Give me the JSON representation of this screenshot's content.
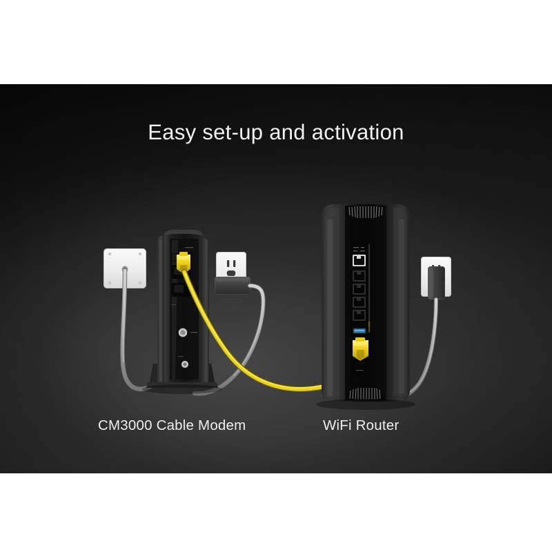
{
  "panel": {
    "background_top_color": "#0c0c0c",
    "background_mid_color": "#232323",
    "background_bottom_color": "#262626",
    "outer_color": "#ffffff"
  },
  "headline": {
    "text": "Easy set-up and activation",
    "color": "#f2f2f2"
  },
  "devices": [
    {
      "id": "cable-modem",
      "label": "CM3000 Cable Modem",
      "body_color": "#1b1b1b",
      "ports": [
        {
          "name": "ethernet-port",
          "color": "#f5d400",
          "state": "connected"
        },
        {
          "name": "lan-port-1",
          "color": "#111111",
          "state": "empty"
        },
        {
          "name": "lan-port-2",
          "color": "#111111",
          "state": "empty"
        },
        {
          "name": "coax-port",
          "color": "#9a9a9a",
          "state": "connected"
        },
        {
          "name": "power-port",
          "color": "#9a9a9a",
          "state": "connected"
        }
      ]
    },
    {
      "id": "wifi-router",
      "label": "WiFi Router",
      "body_color": "#161616",
      "ports": [
        {
          "name": "wan-port",
          "color": "#cfcfcf",
          "state": "empty"
        },
        {
          "name": "lan-port-1",
          "color": "#0d0d0d",
          "state": "empty"
        },
        {
          "name": "lan-port-2",
          "color": "#0d0d0d",
          "state": "empty"
        },
        {
          "name": "lan-port-3",
          "color": "#0d0d0d",
          "state": "empty"
        },
        {
          "name": "lan-port-4",
          "color": "#0d0d0d",
          "state": "empty"
        },
        {
          "name": "usb-port",
          "color": "#2f7fb5",
          "state": "empty"
        },
        {
          "name": "ethernet-port",
          "color": "#f5d400",
          "state": "connected"
        }
      ]
    }
  ],
  "wall_fixtures": [
    {
      "id": "coax-wall-plate",
      "type": "coax-wall-plate",
      "color": "#f0f0f0",
      "screws": 4
    },
    {
      "id": "power-outlet-left",
      "type": "power-outlet",
      "color": "#f4f4f4",
      "adapter_color": "#4a4a4a",
      "adapter_orientation": "horizontal"
    },
    {
      "id": "power-outlet-right",
      "type": "power-outlet",
      "color": "#f4f4f4",
      "adapter_color": "#4a4a4a",
      "adapter_orientation": "vertical"
    }
  ],
  "cables": [
    {
      "id": "coax-cable",
      "from": "coax-wall-plate",
      "to": "cable-modem",
      "color": "#b0b0b0",
      "type": "coaxial"
    },
    {
      "id": "modem-power-cable",
      "from": "power-outlet-left",
      "to": "cable-modem",
      "color": "#b0b0b0",
      "type": "power"
    },
    {
      "id": "ethernet-cable",
      "from": "cable-modem",
      "to": "wifi-router",
      "color": "#e8d21a",
      "type": "ethernet"
    },
    {
      "id": "router-power-cable",
      "from": "power-outlet-right",
      "to": "wifi-router",
      "color": "#9a9a9a",
      "type": "power"
    }
  ]
}
